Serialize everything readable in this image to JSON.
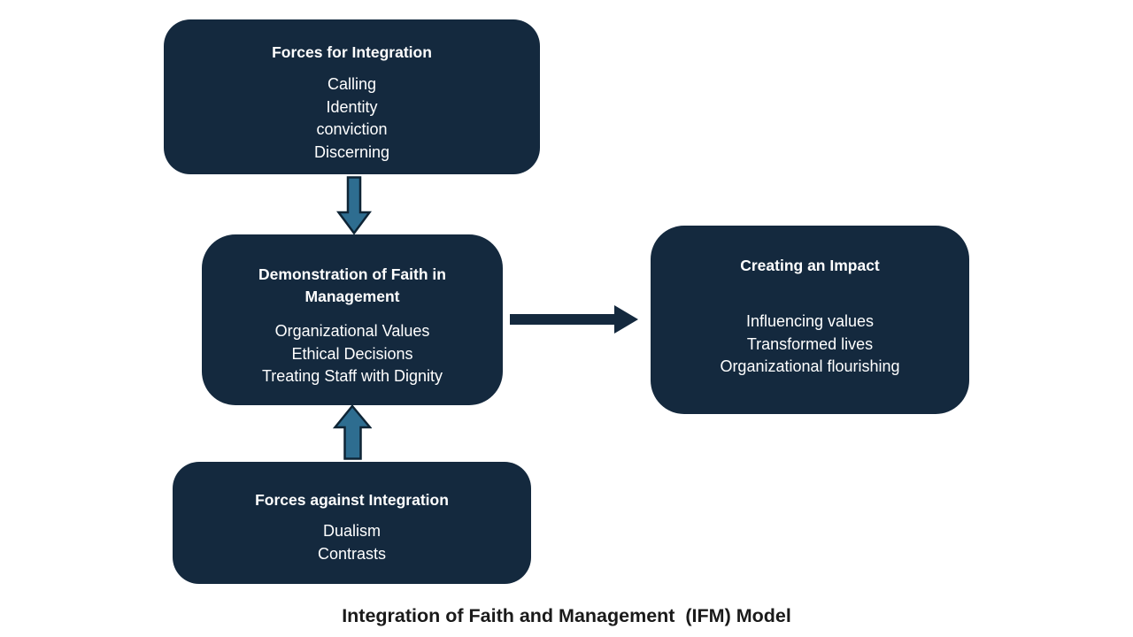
{
  "title": "Integration of Faith and Management  (IFM) Model",
  "boxes": {
    "forces_for": {
      "header": "Forces for Integration",
      "items": [
        "Calling",
        "Identity",
        "conviction",
        "Discerning"
      ]
    },
    "demonstration": {
      "header": "Demonstration of Faith in Management",
      "items": [
        "Organizational Values",
        "Ethical Decisions",
        "Treating Staff with Dignity"
      ]
    },
    "impact": {
      "header": "Creating an Impact",
      "items": [
        "Influencing values",
        "Transformed lives",
        "Organizational flourishing"
      ]
    },
    "forces_against": {
      "header": "Forces against Integration",
      "items": [
        "Dualism",
        "Contrasts"
      ]
    }
  },
  "arrows": {
    "down": "block arrow from Forces for Integration down to Demonstration of Faith in Management",
    "up": "block arrow from Forces against Integration up to Demonstration of Faith in Management",
    "right": "solid arrow from Demonstration of Faith in Management to Creating an Impact"
  },
  "colors": {
    "box_fill": "#14293E",
    "box_text": "#FFFFFF",
    "block_arrow_fill": "#2E6D90",
    "block_arrow_stroke": "#0E2435",
    "solid_arrow": "#14293E",
    "title_color": "#1A1A1A",
    "background": "#FFFFFF"
  }
}
